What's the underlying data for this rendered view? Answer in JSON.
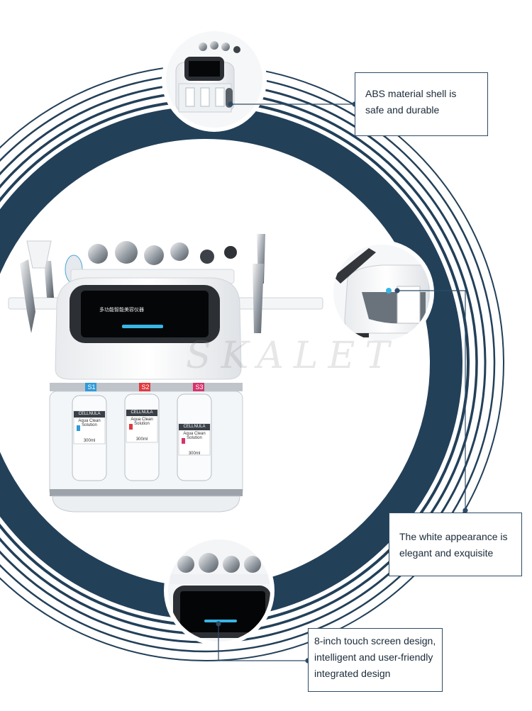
{
  "colors": {
    "navy": "#234059",
    "line": "#2d4b66",
    "cyan": "#37b6e6",
    "s1": "#2f9ad8",
    "s2": "#e0393e",
    "s3": "#d6336c"
  },
  "watermark": "SKALET",
  "product": {
    "screen_title": "多功能智能美容仪器",
    "bottles": [
      {
        "slot": "S1",
        "brand": "CELLNULA",
        "product": "Aqua Clean Solution",
        "volume": "300ml",
        "color": "#2f9ad8"
      },
      {
        "slot": "S2",
        "brand": "CELLNULA",
        "product": "Aqua Clean Solution",
        "volume": "300ml",
        "color": "#e0393e"
      },
      {
        "slot": "S3",
        "brand": "CELLNULA",
        "product": "Aqua Clean Solution",
        "volume": "300ml",
        "color": "#d6336c"
      }
    ]
  },
  "callouts": [
    {
      "id": "shell",
      "lines": [
        "ABS material shell is",
        "safe and durable"
      ]
    },
    {
      "id": "appearance",
      "lines": [
        "The white appearance is",
        "elegant and exquisite"
      ]
    },
    {
      "id": "screen",
      "lines": [
        "8-inch touch screen design,",
        "intelligent and user-friendly",
        "integrated design"
      ]
    }
  ],
  "icons": [
    "rf-handpiece-icon",
    "hydro-tip-icon",
    "ultrasonic-spatula-icon",
    "bio-lift-icon",
    "cold-hammer-icon",
    "oxygen-sprayer-icon"
  ]
}
